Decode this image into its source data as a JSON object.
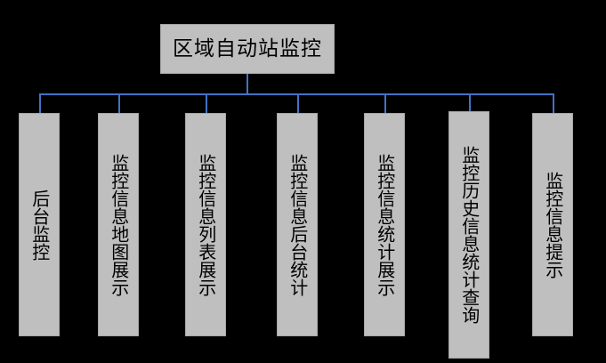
{
  "diagram": {
    "title": "区域自动站监控",
    "type": "organization-tree",
    "root": {
      "label": "区域自动站监控"
    },
    "children": [
      {
        "label": "后台监控"
      },
      {
        "label": "监控信息地图展示"
      },
      {
        "label": "监控信息列表展示"
      },
      {
        "label": "监控信息后台统计"
      },
      {
        "label": "监控信息统计展示"
      },
      {
        "label": "监控历史信息统计查询"
      },
      {
        "label": "监控信息提示"
      }
    ],
    "colors": {
      "background": "#000000",
      "node_fill": "#bfbfbf",
      "node_border": "#a6a6a6",
      "connector": "#4472c4",
      "text": "#000000"
    }
  }
}
